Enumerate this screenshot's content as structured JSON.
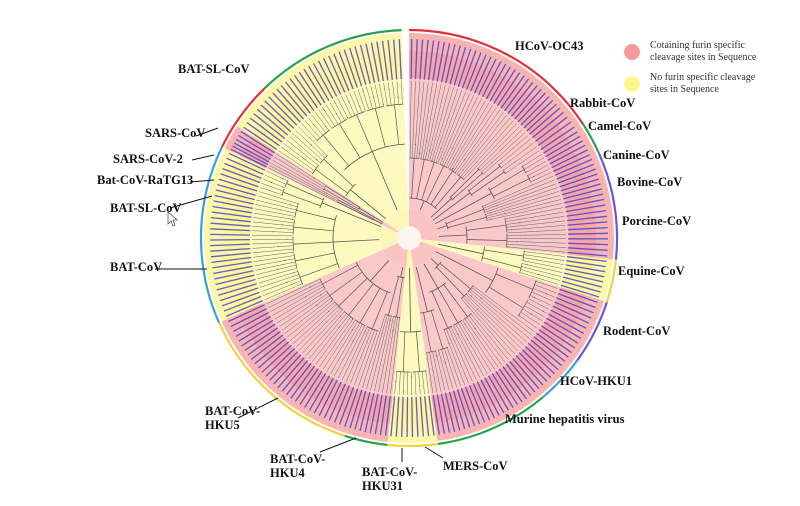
{
  "legend": {
    "furin": {
      "text1": "Cotaining  furin specific",
      "text2": "cleavage sites in Sequence",
      "color": "#f59a9a"
    },
    "nofurin": {
      "text1": "No  furin specific cleavage",
      "text2": "sites in Sequence",
      "color": "#fbf58a"
    }
  },
  "clades": [
    {
      "label": "HCoV-OC43",
      "start": 0,
      "end": 44,
      "ring": "#e0303a",
      "fill": "pink"
    },
    {
      "label": "Rabbit-CoV",
      "start": 44,
      "end": 50,
      "ring": "#e0303a",
      "fill": "pink"
    },
    {
      "label": "Camel-CoV",
      "start": 50,
      "end": 57,
      "ring": "#e0303a",
      "fill": "pink"
    },
    {
      "label": "Canine-CoV",
      "start": 57,
      "end": 66,
      "ring": "#2aa24a",
      "fill": "pink"
    },
    {
      "label": "Bovine-CoV",
      "start": 66,
      "end": 78,
      "ring": "#6b55d8",
      "fill": "pink"
    },
    {
      "label": "Porcine-CoV",
      "start": 78,
      "end": 96,
      "ring": "#6b55d8",
      "fill": "pink"
    },
    {
      "label": "Equine-CoV",
      "start": 96,
      "end": 108,
      "ring": "#f4d23b",
      "fill": "yellow"
    },
    {
      "label": "Rodent-CoV",
      "start": 108,
      "end": 126,
      "ring": "#6b55d8",
      "fill": "pink"
    },
    {
      "label": "HCoV-HKU1",
      "start": 126,
      "end": 140,
      "ring": "#3aa0df",
      "fill": "pink"
    },
    {
      "label": "Murine hepatitis virus",
      "start": 140,
      "end": 160,
      "ring": "#2aa24a",
      "fill": "pink"
    },
    {
      "label": "MERS-CoV",
      "start": 160,
      "end": 172,
      "ring": "#2aa24a",
      "fill": "pink"
    },
    {
      "label": "BAT-CoV-\nHKU31",
      "start": 172,
      "end": 186,
      "ring": "#f4d23b",
      "fill": "yellow"
    },
    {
      "label": "BAT-CoV-\nHKU4",
      "start": 186,
      "end": 198,
      "ring": "#2aa24a",
      "fill": "pink"
    },
    {
      "label": "BAT-CoV-\nHKU5",
      "start": 198,
      "end": 246,
      "ring": "#f4d23b",
      "fill": "pink"
    },
    {
      "label": "BAT-CoV",
      "start": 246,
      "end": 288,
      "ring": "#3aa0df",
      "fill": "yellow"
    },
    {
      "label": "BAT-SL-CoV",
      "start": 288,
      "end": 296,
      "ring": "#3aa0df",
      "fill": "yellow"
    },
    {
      "label": "Bat-CoV-RaTG13",
      "start": 296,
      "end": 299,
      "ring": "#e0303a",
      "fill": "pink"
    },
    {
      "label": "SARS-CoV-2",
      "start": 299,
      "end": 303,
      "ring": "#e0303a",
      "fill": "pink"
    },
    {
      "label": "SARS-CoV",
      "start": 303,
      "end": 316,
      "ring": "#e0303a",
      "fill": "yellow"
    },
    {
      "label": "BAT-SL-CoV",
      "start": 316,
      "end": 358,
      "ring": "#2aa24a",
      "fill": "yellow"
    }
  ]
}
